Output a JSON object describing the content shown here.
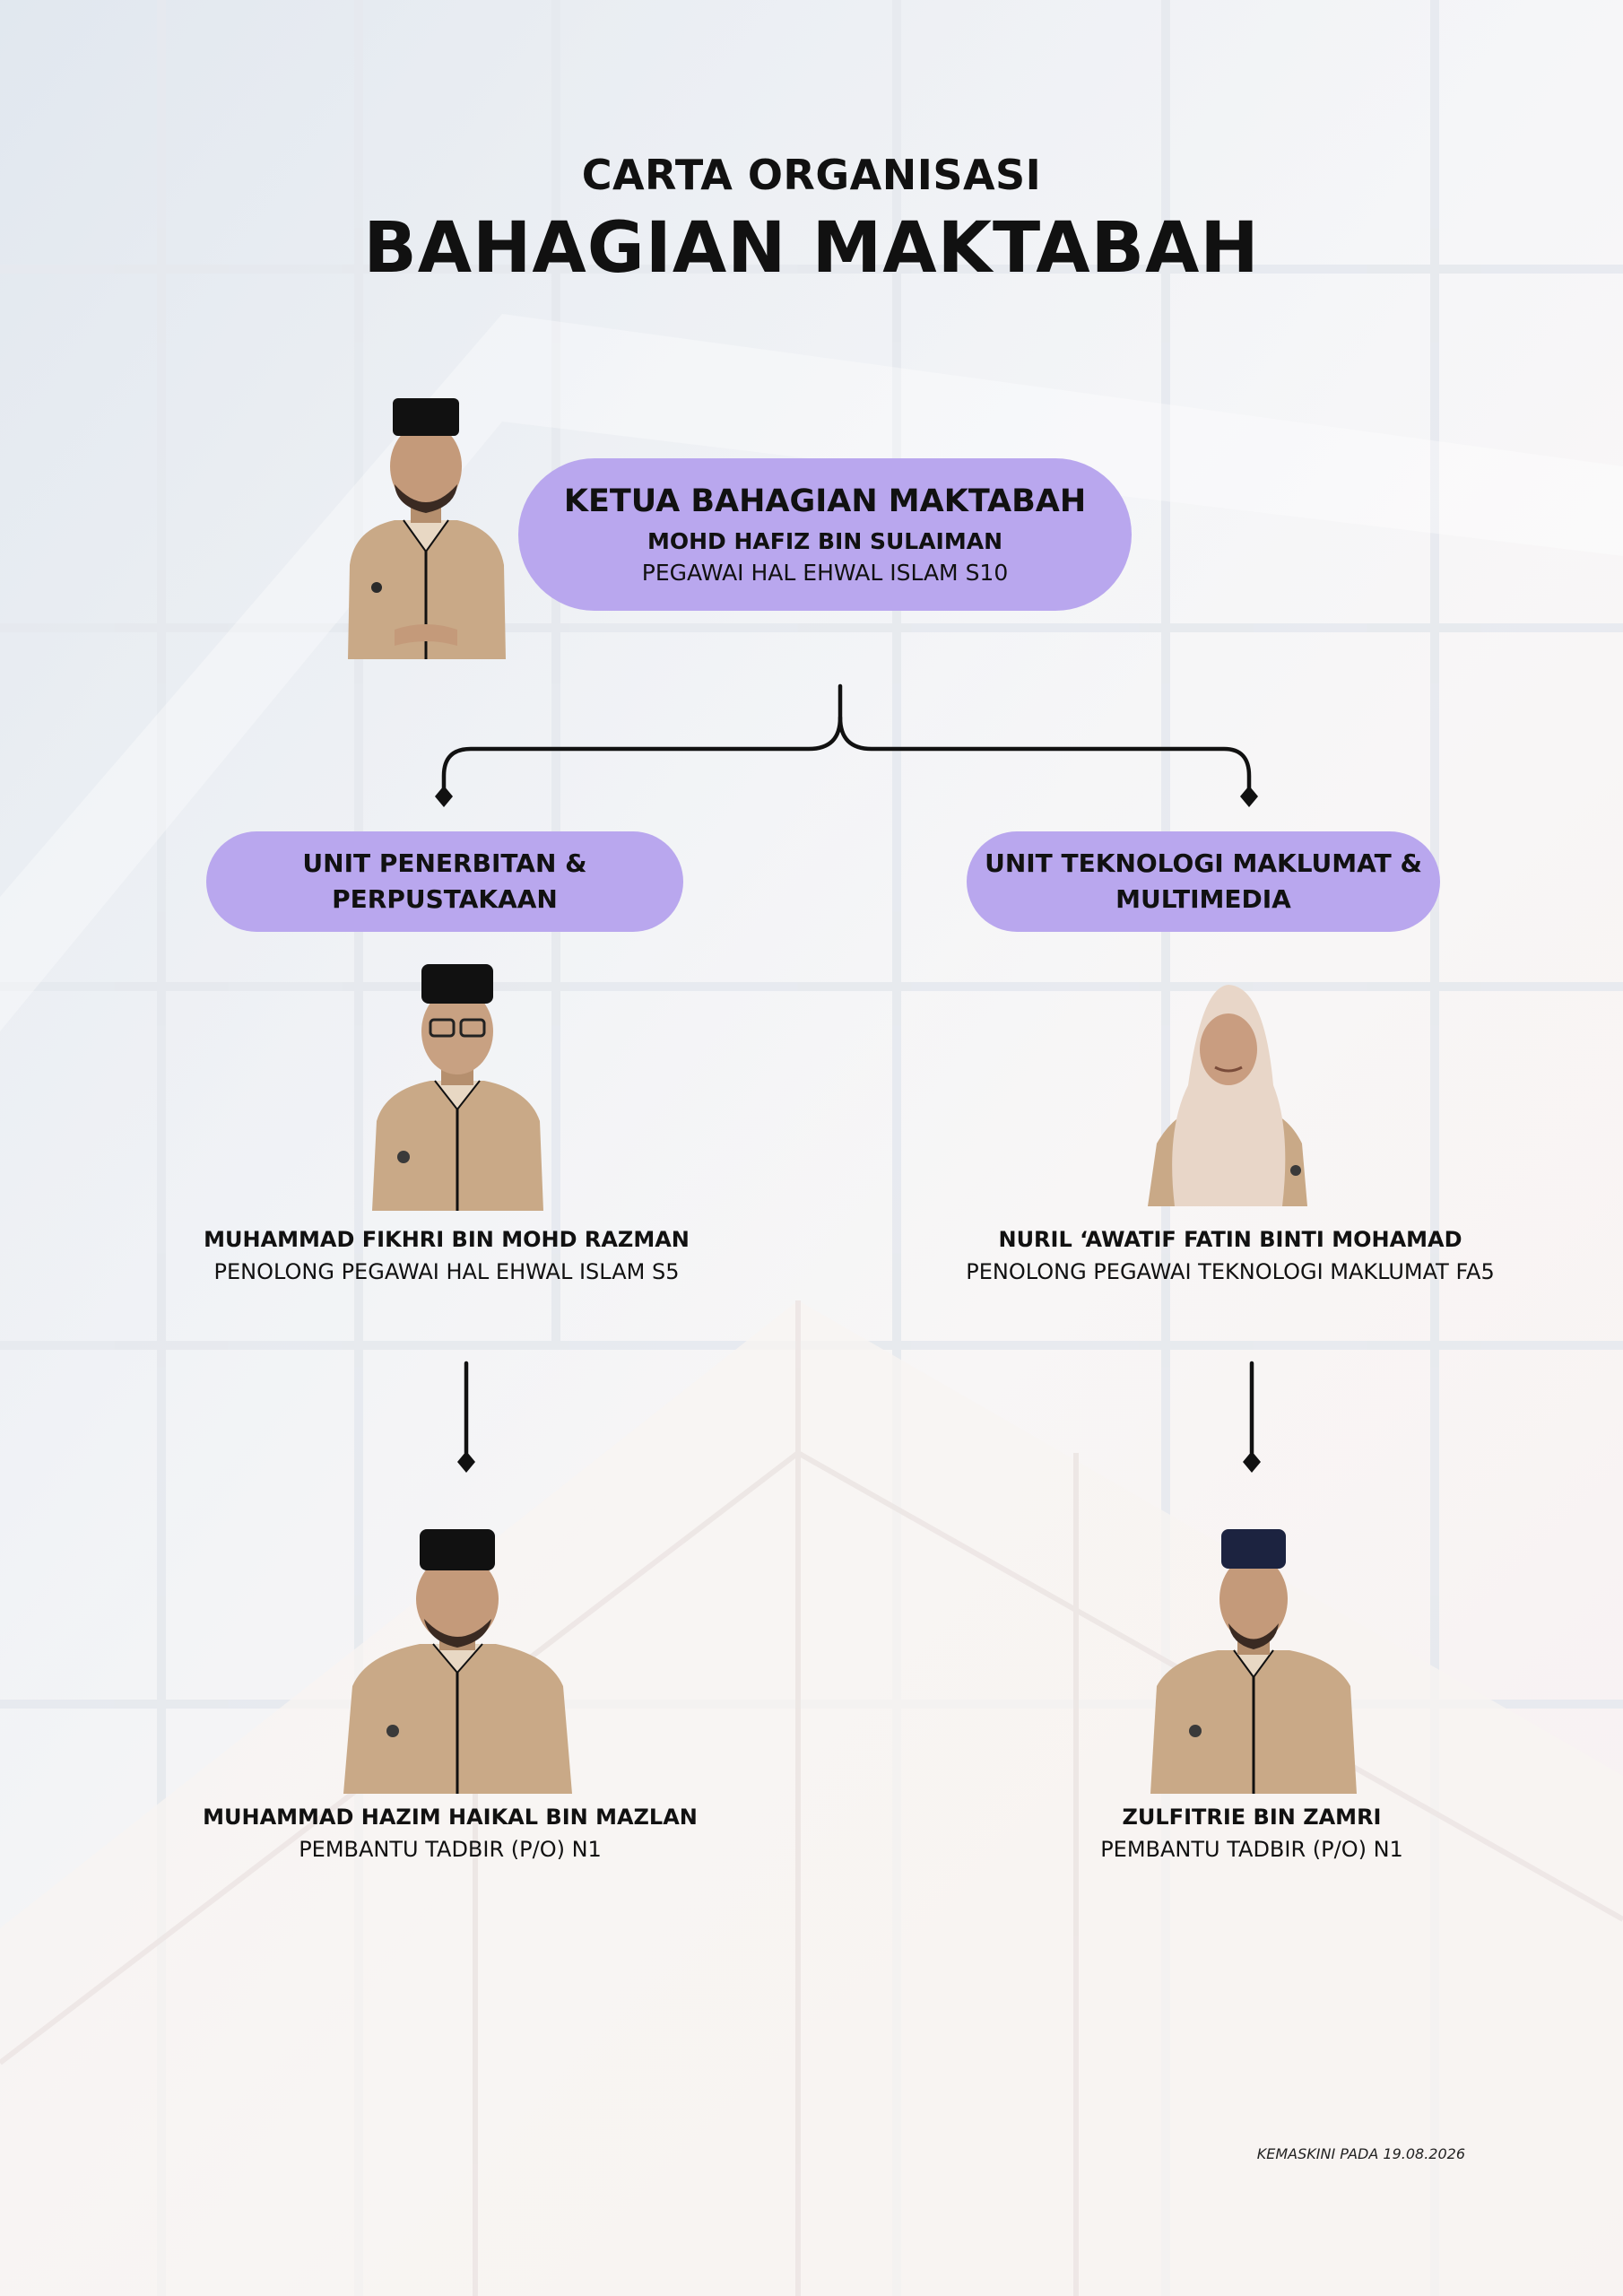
{
  "header": {
    "subtitle": "CARTA ORGANISASI",
    "title": "BAHAGIAN MAKTABAH"
  },
  "head": {
    "role": "KETUA BAHAGIAN MAKTABAH",
    "name": "MOHD HAFIZ BIN SULAIMAN",
    "position": "PEGAWAI HAL EHWAL ISLAM S10"
  },
  "units": [
    {
      "label_line1": "UNIT PENERBITAN &",
      "label_line2": "PERPUSTAKAAN",
      "staff": [
        {
          "name": "MUHAMMAD FIKHRI  BIN MOHD RAZMAN",
          "position": "PENOLONG PEGAWAI HAL EHWAL ISLAM S5"
        },
        {
          "name": "MUHAMMAD HAZIM HAIKAL BIN MAZLAN",
          "position": "PEMBANTU TADBIR (P/O) N1"
        }
      ]
    },
    {
      "label_line1": "UNIT TEKNOLOGI MAKLUMAT &",
      "label_line2": "MULTIMEDIA",
      "staff": [
        {
          "name": "NURIL ‘AWATIF FATIN BINTI MOHAMAD",
          "position": "PENOLONG PEGAWAI TEKNOLOGI MAKLUMAT FA5"
        },
        {
          "name": "ZULFITRIE BIN ZAMRI",
          "position": "PEMBANTU TADBIR (P/O) N1"
        }
      ]
    }
  ],
  "footer": {
    "updated": "KEMASKINI PADA 19.08.2026"
  },
  "colors": {
    "pill": "#b9a7ee",
    "shirt": "#c9a987",
    "songkok": "#111111",
    "hijab": "#e8d6c8",
    "line": "#111111"
  }
}
